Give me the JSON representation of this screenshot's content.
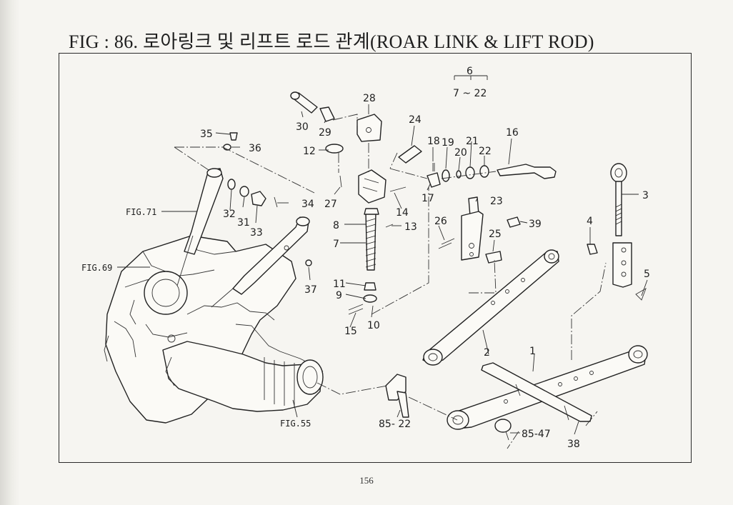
{
  "title": "FIG : 86. 로아링크 및 리프트 로드 관계(ROAR LINK & LIFT ROD)",
  "page_number": "156",
  "callouts": {
    "c1": "1",
    "c2": "2",
    "c3": "3",
    "c4": "4",
    "c5": "5",
    "c6": "6",
    "c6_range": "7 ~ 22",
    "c7": "7",
    "c8": "8",
    "c9": "9",
    "c10": "10",
    "c11": "11",
    "c12": "12",
    "c13": "13",
    "c14": "14",
    "c15": "15",
    "c16": "16",
    "c17": "17",
    "c18": "18",
    "c19": "19",
    "c20": "20",
    "c21": "21",
    "c22": "22",
    "c23": "23",
    "c24": "24",
    "c25": "25",
    "c26": "26",
    "c27": "27",
    "c28": "28",
    "c29": "29",
    "c30": "30",
    "c31": "31",
    "c32": "32",
    "c33": "33",
    "c34": "34",
    "c35": "35",
    "c36": "36",
    "c37": "37",
    "c38": "38",
    "c39": "39",
    "ref_85_22": "85- 22",
    "ref_85_47": "85-47"
  },
  "fig_refs": {
    "fig71": "FIG.71",
    "fig69": "FIG.69",
    "fig55": "FIG.55"
  }
}
